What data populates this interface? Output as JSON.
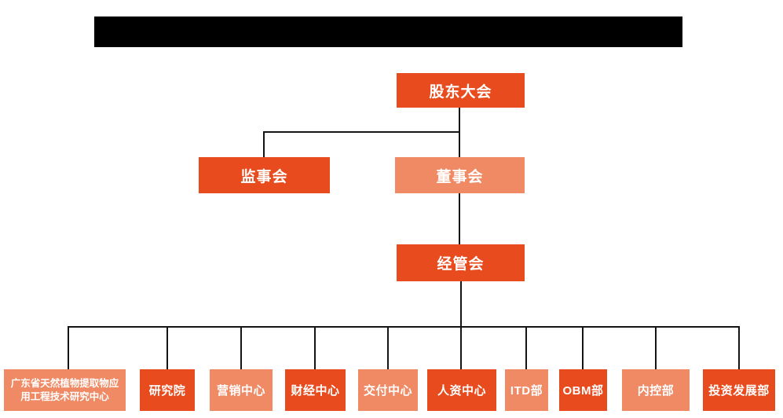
{
  "colors": {
    "deep_orange": "#e84c1e",
    "light_orange": "#ef8a64",
    "line_black": "#141414",
    "redacted_bar": "#000000",
    "text_white": "#ffffff",
    "page_bg": "#ffffff"
  },
  "org": {
    "title_bar": {
      "type": "redacted-black-bar",
      "text": ""
    },
    "nodes": [
      {
        "id": "shareholders-meeting",
        "label": "股东大会",
        "variant": "deep"
      },
      {
        "id": "supervisory-board",
        "label": "监事会",
        "variant": "deep"
      },
      {
        "id": "board-of-directors",
        "label": "董事会",
        "variant": "light"
      },
      {
        "id": "management-committee",
        "label": "经管会",
        "variant": "deep"
      }
    ],
    "departments": [
      {
        "id": "guangdong-research-center",
        "label": "广东省天然植物提取物应用工程技术研究中心",
        "variant": "light"
      },
      {
        "id": "research-institute",
        "label": "研究院",
        "variant": "deep"
      },
      {
        "id": "marketing-center",
        "label": "营销中心",
        "variant": "light"
      },
      {
        "id": "finance-center",
        "label": "财经中心",
        "variant": "deep"
      },
      {
        "id": "delivery-center",
        "label": "交付中心",
        "variant": "light"
      },
      {
        "id": "hr-center",
        "label": "人资中心",
        "variant": "deep"
      },
      {
        "id": "itd-dept",
        "label": "ITD部",
        "variant": "light"
      },
      {
        "id": "obm-dept",
        "label": "OBM部",
        "variant": "deep"
      },
      {
        "id": "internal-control-dept",
        "label": "内控部",
        "variant": "light"
      },
      {
        "id": "investment-dev-dept",
        "label": "投资发展部",
        "variant": "deep"
      }
    ]
  }
}
